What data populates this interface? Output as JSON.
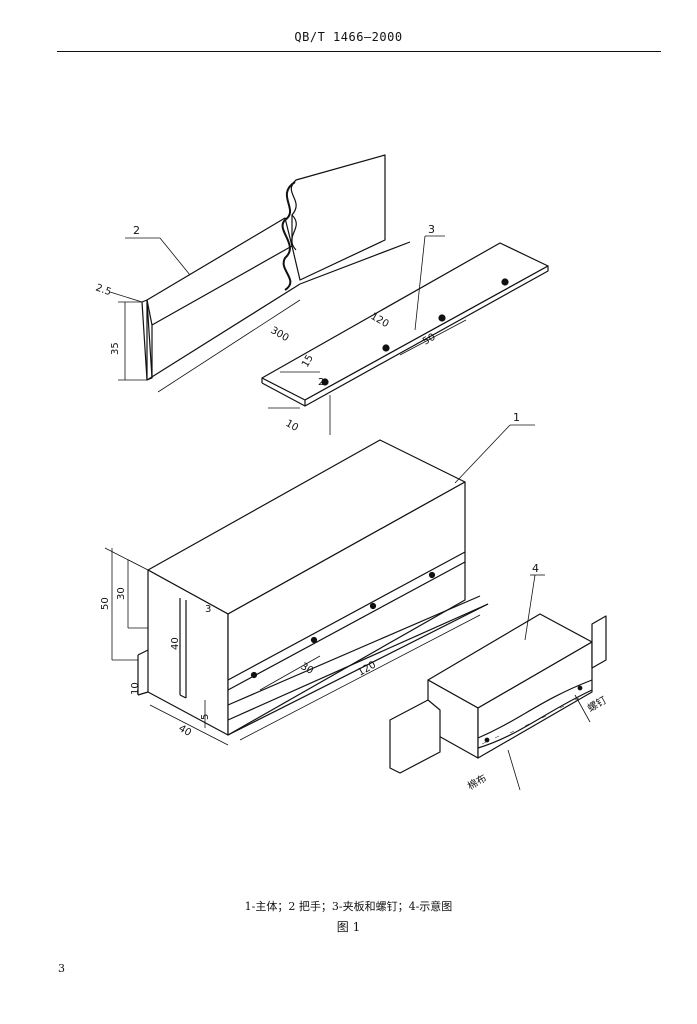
{
  "header": {
    "standard_code": "QB/T 1466—2000"
  },
  "figure": {
    "callouts": {
      "main_body": "1",
      "handle": "2",
      "clamp_plate": "3",
      "schematic": "4"
    },
    "handle_dims": {
      "thickness": "2.5",
      "height": "35",
      "length": "300"
    },
    "plate_dims": {
      "length": "120",
      "hole_spacing": "50",
      "width": "15",
      "offset": "2",
      "end": "10"
    },
    "body_dims": {
      "total_height": "50",
      "upper": "30",
      "slot_depth": "40",
      "bottom": "10",
      "width": "40",
      "groove": "5",
      "length": "120",
      "hole_spacing": "30",
      "lip": "3"
    },
    "schematic_labels": {
      "cloth": "棉布",
      "screw": "螺钉"
    }
  },
  "caption": "1-主体；2 把手；3-夹板和螺钉；4-示意图",
  "figure_title": "图 1",
  "page_number": "3"
}
